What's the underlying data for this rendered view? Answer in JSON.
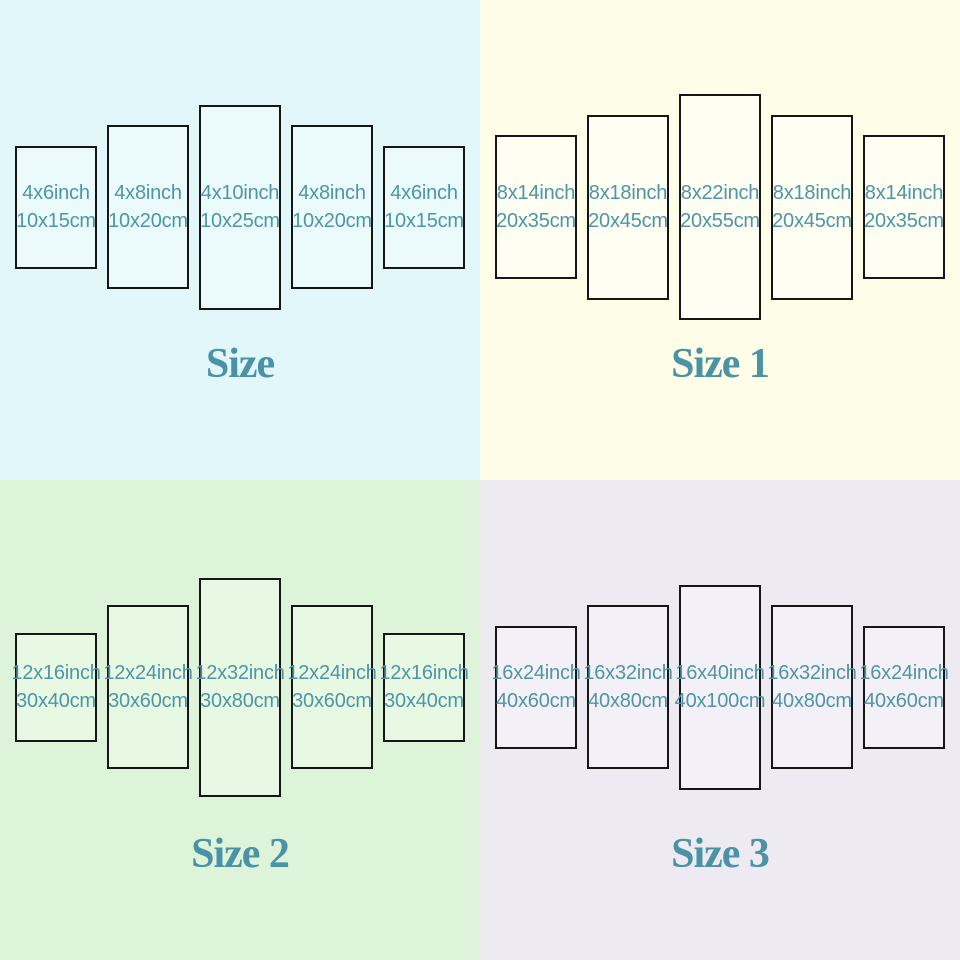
{
  "image_title": "Canvas panel size chart",
  "colors": {
    "label_text": "#4e95a6",
    "title_text": "#4a93a6",
    "panel_border": "#161616"
  },
  "quadrants": [
    {
      "title": "Size",
      "bg": "#e1f7fa",
      "panel_bg": "#ebfbfc",
      "panels": [
        {
          "inch_label": "4x6inch",
          "cm_label": "10x15cm",
          "w_in": 4,
          "h_in": 6
        },
        {
          "inch_label": "4x8inch",
          "cm_label": "10x20cm",
          "w_in": 4,
          "h_in": 8
        },
        {
          "inch_label": "4x10inch",
          "cm_label": "10x25cm",
          "w_in": 4,
          "h_in": 10
        },
        {
          "inch_label": "4x8inch",
          "cm_label": "10x20cm",
          "w_in": 4,
          "h_in": 8
        },
        {
          "inch_label": "4x6inch",
          "cm_label": "10x15cm",
          "w_in": 4,
          "h_in": 6
        }
      ]
    },
    {
      "title": "Size 1",
      "bg": "#fdfde8",
      "panel_bg": "#fefef2",
      "panels": [
        {
          "inch_label": "8x14inch",
          "cm_label": "20x35cm",
          "w_in": 8,
          "h_in": 14
        },
        {
          "inch_label": "8x18inch",
          "cm_label": "20x45cm",
          "w_in": 8,
          "h_in": 18
        },
        {
          "inch_label": "8x22inch",
          "cm_label": "20x55cm",
          "w_in": 8,
          "h_in": 22
        },
        {
          "inch_label": "8x18inch",
          "cm_label": "20x45cm",
          "w_in": 8,
          "h_in": 18
        },
        {
          "inch_label": "8x14inch",
          "cm_label": "20x35cm",
          "w_in": 8,
          "h_in": 14
        }
      ]
    },
    {
      "title": "Size 2",
      "bg": "#ddf4da",
      "panel_bg": "#e7f9e2",
      "panels": [
        {
          "inch_label": "12x16inch",
          "cm_label": "30x40cm",
          "w_in": 12,
          "h_in": 16
        },
        {
          "inch_label": "12x24inch",
          "cm_label": "30x60cm",
          "w_in": 12,
          "h_in": 24
        },
        {
          "inch_label": "12x32inch",
          "cm_label": "30x80cm",
          "w_in": 12,
          "h_in": 32
        },
        {
          "inch_label": "12x24inch",
          "cm_label": "30x60cm",
          "w_in": 12,
          "h_in": 24
        },
        {
          "inch_label": "12x16inch",
          "cm_label": "30x40cm",
          "w_in": 12,
          "h_in": 16
        }
      ]
    },
    {
      "title": "Size 3",
      "bg": "#eeeaf2",
      "panel_bg": "#f4f0f7",
      "panels": [
        {
          "inch_label": "16x24inch",
          "cm_label": "40x60cm",
          "w_in": 16,
          "h_in": 24
        },
        {
          "inch_label": "16x32inch",
          "cm_label": "40x80cm",
          "w_in": 16,
          "h_in": 32
        },
        {
          "inch_label": "16x40inch",
          "cm_label": "40x100cm",
          "w_in": 16,
          "h_in": 40
        },
        {
          "inch_label": "16x32inch",
          "cm_label": "40x80cm",
          "w_in": 16,
          "h_in": 32
        },
        {
          "inch_label": "16x24inch",
          "cm_label": "40x60cm",
          "w_in": 16,
          "h_in": 24
        }
      ]
    }
  ]
}
